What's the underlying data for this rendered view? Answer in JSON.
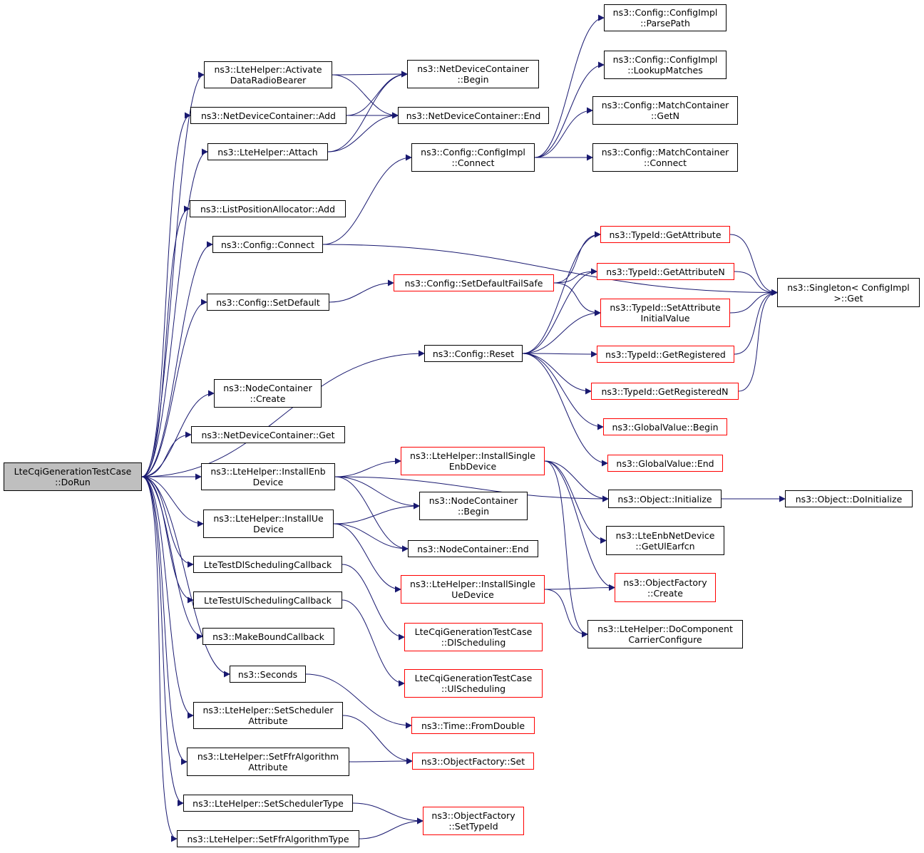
{
  "colors": {
    "edge": "#191970",
    "root_fill": "#bfbfbf",
    "incomplete_border": "#ff0000",
    "complete_border": "#000000"
  },
  "nodes": [
    {
      "id": "root",
      "lines": [
        "LteCqiGenerationTestCase",
        "::DoRun"
      ],
      "style": "root"
    },
    {
      "id": "activate",
      "lines": [
        "ns3::LteHelper::Activate",
        "DataRadioBearer"
      ],
      "style": "black"
    },
    {
      "id": "ndcadd",
      "lines": [
        "ns3::NetDeviceContainer::Add"
      ],
      "style": "black"
    },
    {
      "id": "attach",
      "lines": [
        "ns3::LteHelper::Attach"
      ],
      "style": "black"
    },
    {
      "id": "lpaadd",
      "lines": [
        "ns3::ListPositionAllocator::Add"
      ],
      "style": "black"
    },
    {
      "id": "cfgconnect",
      "lines": [
        "ns3::Config::Connect"
      ],
      "style": "black"
    },
    {
      "id": "setdefault",
      "lines": [
        "ns3::Config::SetDefault"
      ],
      "style": "black"
    },
    {
      "id": "reset",
      "lines": [
        "ns3::Config::Reset"
      ],
      "style": "black"
    },
    {
      "id": "nccreate",
      "lines": [
        "ns3::NodeContainer",
        "::Create"
      ],
      "style": "black"
    },
    {
      "id": "ndcget",
      "lines": [
        "ns3::NetDeviceContainer::Get"
      ],
      "style": "black"
    },
    {
      "id": "installenb",
      "lines": [
        "ns3::LteHelper::InstallEnb",
        "Device"
      ],
      "style": "black"
    },
    {
      "id": "installue",
      "lines": [
        "ns3::LteHelper::InstallUe",
        "Device"
      ],
      "style": "black"
    },
    {
      "id": "dlcb",
      "lines": [
        "LteTestDlSchedulingCallback"
      ],
      "style": "black"
    },
    {
      "id": "ulcb",
      "lines": [
        "LteTestUlSchedulingCallback"
      ],
      "style": "black"
    },
    {
      "id": "mbcb",
      "lines": [
        "ns3::MakeBoundCallback"
      ],
      "style": "black"
    },
    {
      "id": "seconds",
      "lines": [
        "ns3::Seconds"
      ],
      "style": "black"
    },
    {
      "id": "setschedattr",
      "lines": [
        "ns3::LteHelper::SetScheduler",
        "Attribute"
      ],
      "style": "black"
    },
    {
      "id": "setffrattr",
      "lines": [
        "ns3::LteHelper::SetFfrAlgorithm",
        "Attribute"
      ],
      "style": "black"
    },
    {
      "id": "setschedtype",
      "lines": [
        "ns3::LteHelper::SetSchedulerType"
      ],
      "style": "black"
    },
    {
      "id": "setffrtype",
      "lines": [
        "ns3::LteHelper::SetFfrAlgorithmType"
      ],
      "style": "black"
    },
    {
      "id": "ndcbegin",
      "lines": [
        "ns3::NetDeviceContainer",
        "::Begin"
      ],
      "style": "black"
    },
    {
      "id": "ndcend",
      "lines": [
        "ns3::NetDeviceContainer::End"
      ],
      "style": "black"
    },
    {
      "id": "cimplconnect",
      "lines": [
        "ns3::Config::ConfigImpl",
        "::Connect"
      ],
      "style": "black"
    },
    {
      "id": "defaultfailsafe",
      "lines": [
        "ns3::Config::SetDefaultFailSafe"
      ],
      "style": "red"
    },
    {
      "id": "installsingleenb",
      "lines": [
        "ns3::LteHelper::InstallSingle",
        "EnbDevice"
      ],
      "style": "red"
    },
    {
      "id": "ncbegin",
      "lines": [
        "ns3::NodeContainer",
        "::Begin"
      ],
      "style": "black"
    },
    {
      "id": "ncend",
      "lines": [
        "ns3::NodeContainer::End"
      ],
      "style": "black"
    },
    {
      "id": "installsingleue",
      "lines": [
        "ns3::LteHelper::InstallSingle",
        "UeDevice"
      ],
      "style": "red"
    },
    {
      "id": "dlsched",
      "lines": [
        "LteCqiGenerationTestCase",
        "::DlScheduling"
      ],
      "style": "red"
    },
    {
      "id": "ulsched",
      "lines": [
        "LteCqiGenerationTestCase",
        "::UlScheduling"
      ],
      "style": "red"
    },
    {
      "id": "fromdouble",
      "lines": [
        "ns3::Time::FromDouble"
      ],
      "style": "red"
    },
    {
      "id": "ofset",
      "lines": [
        "ns3::ObjectFactory::Set"
      ],
      "style": "red"
    },
    {
      "id": "ofsettypeid",
      "lines": [
        "ns3::ObjectFactory",
        "::SetTypeId"
      ],
      "style": "red"
    },
    {
      "id": "parsepath",
      "lines": [
        "ns3::Config::ConfigImpl",
        "::ParsePath"
      ],
      "style": "black"
    },
    {
      "id": "lookupmatches",
      "lines": [
        "ns3::Config::ConfigImpl",
        "::LookupMatches"
      ],
      "style": "black"
    },
    {
      "id": "mcgetn",
      "lines": [
        "ns3::Config::MatchContainer",
        "::GetN"
      ],
      "style": "black"
    },
    {
      "id": "mcconnect",
      "lines": [
        "ns3::Config::MatchContainer",
        "::Connect"
      ],
      "style": "black"
    },
    {
      "id": "getattribute",
      "lines": [
        "ns3::TypeId::GetAttribute"
      ],
      "style": "red"
    },
    {
      "id": "getattributen",
      "lines": [
        "ns3::TypeId::GetAttributeN"
      ],
      "style": "red"
    },
    {
      "id": "setattrinit",
      "lines": [
        "ns3::TypeId::SetAttribute",
        "InitialValue"
      ],
      "style": "red"
    },
    {
      "id": "getregistered",
      "lines": [
        "ns3::TypeId::GetRegistered"
      ],
      "style": "red"
    },
    {
      "id": "getregisteredn",
      "lines": [
        "ns3::TypeId::GetRegisteredN"
      ],
      "style": "red"
    },
    {
      "id": "gvbegin",
      "lines": [
        "ns3::GlobalValue::Begin"
      ],
      "style": "red"
    },
    {
      "id": "gvend",
      "lines": [
        "ns3::GlobalValue::End"
      ],
      "style": "red"
    },
    {
      "id": "objinit",
      "lines": [
        "ns3::Object::Initialize"
      ],
      "style": "black"
    },
    {
      "id": "ulearfcn",
      "lines": [
        "ns3::LteEnbNetDevice",
        "::GetUlEarfcn"
      ],
      "style": "black"
    },
    {
      "id": "ofcreate",
      "lines": [
        "ns3::ObjectFactory",
        "::Create"
      ],
      "style": "red"
    },
    {
      "id": "dccconf",
      "lines": [
        "ns3::LteHelper::DoComponent",
        "CarrierConfigure"
      ],
      "style": "black"
    },
    {
      "id": "singletonget",
      "lines": [
        "ns3::Singleton< ConfigImpl",
        ">::Get"
      ],
      "style": "black"
    },
    {
      "id": "objdoinit",
      "lines": [
        "ns3::Object::DoInitialize"
      ],
      "style": "black"
    }
  ],
  "edges": [
    [
      "root",
      "activate"
    ],
    [
      "root",
      "ndcadd"
    ],
    [
      "root",
      "attach"
    ],
    [
      "root",
      "lpaadd"
    ],
    [
      "root",
      "cfgconnect"
    ],
    [
      "root",
      "setdefault"
    ],
    [
      "root",
      "reset"
    ],
    [
      "root",
      "nccreate"
    ],
    [
      "root",
      "ndcget"
    ],
    [
      "root",
      "installenb"
    ],
    [
      "root",
      "installue"
    ],
    [
      "root",
      "dlcb"
    ],
    [
      "root",
      "ulcb"
    ],
    [
      "root",
      "mbcb"
    ],
    [
      "root",
      "seconds"
    ],
    [
      "root",
      "setschedattr"
    ],
    [
      "root",
      "setffrattr"
    ],
    [
      "root",
      "setschedtype"
    ],
    [
      "root",
      "setffrtype"
    ],
    [
      "activate",
      "ndcbegin"
    ],
    [
      "activate",
      "ndcend"
    ],
    [
      "ndcadd",
      "ndcbegin"
    ],
    [
      "ndcadd",
      "ndcend"
    ],
    [
      "attach",
      "ndcbegin"
    ],
    [
      "attach",
      "ndcend"
    ],
    [
      "cfgconnect",
      "cimplconnect"
    ],
    [
      "cfgconnect",
      "singletonget"
    ],
    [
      "setdefault",
      "defaultfailsafe"
    ],
    [
      "reset",
      "getattribute"
    ],
    [
      "reset",
      "getattributen"
    ],
    [
      "reset",
      "setattrinit"
    ],
    [
      "reset",
      "getregistered"
    ],
    [
      "reset",
      "getregisteredn"
    ],
    [
      "reset",
      "gvbegin"
    ],
    [
      "reset",
      "gvend"
    ],
    [
      "installenb",
      "installsingleenb"
    ],
    [
      "installenb",
      "ncbegin"
    ],
    [
      "installenb",
      "ncend"
    ],
    [
      "installenb",
      "objinit"
    ],
    [
      "installue",
      "ncbegin"
    ],
    [
      "installue",
      "ncend"
    ],
    [
      "installue",
      "installsingleue"
    ],
    [
      "dlcb",
      "dlsched"
    ],
    [
      "ulcb",
      "ulsched"
    ],
    [
      "seconds",
      "fromdouble"
    ],
    [
      "setschedattr",
      "ofset"
    ],
    [
      "setffrattr",
      "ofset"
    ],
    [
      "setschedtype",
      "ofsettypeid"
    ],
    [
      "setffrtype",
      "ofsettypeid"
    ],
    [
      "cimplconnect",
      "parsepath"
    ],
    [
      "cimplconnect",
      "lookupmatches"
    ],
    [
      "cimplconnect",
      "mcgetn"
    ],
    [
      "cimplconnect",
      "mcconnect"
    ],
    [
      "defaultfailsafe",
      "getattribute"
    ],
    [
      "defaultfailsafe",
      "getattributen"
    ],
    [
      "defaultfailsafe",
      "setattrinit"
    ],
    [
      "getattribute",
      "singletonget"
    ],
    [
      "getattributen",
      "singletonget"
    ],
    [
      "setattrinit",
      "singletonget"
    ],
    [
      "getregistered",
      "singletonget"
    ],
    [
      "getregisteredn",
      "singletonget"
    ],
    [
      "installsingleenb",
      "objinit"
    ],
    [
      "installsingleenb",
      "ulearfcn"
    ],
    [
      "installsingleenb",
      "ofcreate"
    ],
    [
      "installsingleenb",
      "dccconf"
    ],
    [
      "installsingleue",
      "ofcreate"
    ],
    [
      "installsingleue",
      "dccconf"
    ],
    [
      "objinit",
      "objdoinit"
    ]
  ]
}
